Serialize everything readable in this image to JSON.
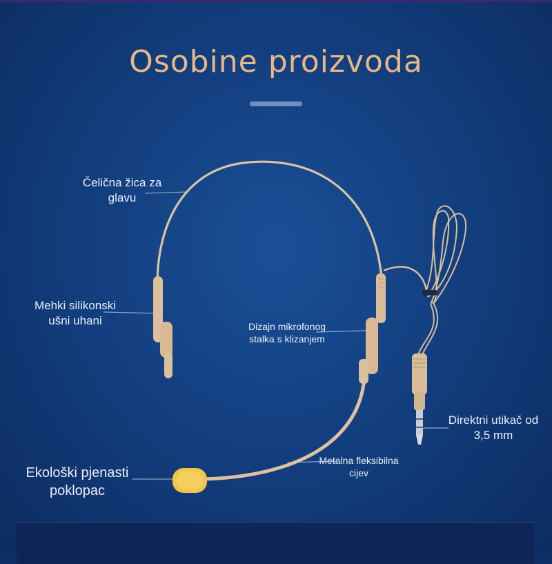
{
  "page": {
    "title": "Osobine proizvoda"
  },
  "labels": {
    "steel_wire": "Čelična žica za glavu",
    "ear_pieces": "Mehki silikonski ušni uhani",
    "slider_design": "Dizajn mikrofonog stalka s klizanjem",
    "direct_plug": "Direktni utikač od 3,5 mm",
    "metal_tube": "Metalna fleksibilna cijev",
    "foam_cover": "Ekološki pjenasti poklopac"
  },
  "colors": {
    "background": "#133f80",
    "title": "#e7b785",
    "headset_beige": "#e0c8a6",
    "foam_yellow": "#f1c54a",
    "label_text": "#e8eef8"
  },
  "icons": {
    "headset": "headset-microphone-illustration",
    "foam": "foam-windscreen",
    "plug": "3.5mm-jack-plug"
  }
}
